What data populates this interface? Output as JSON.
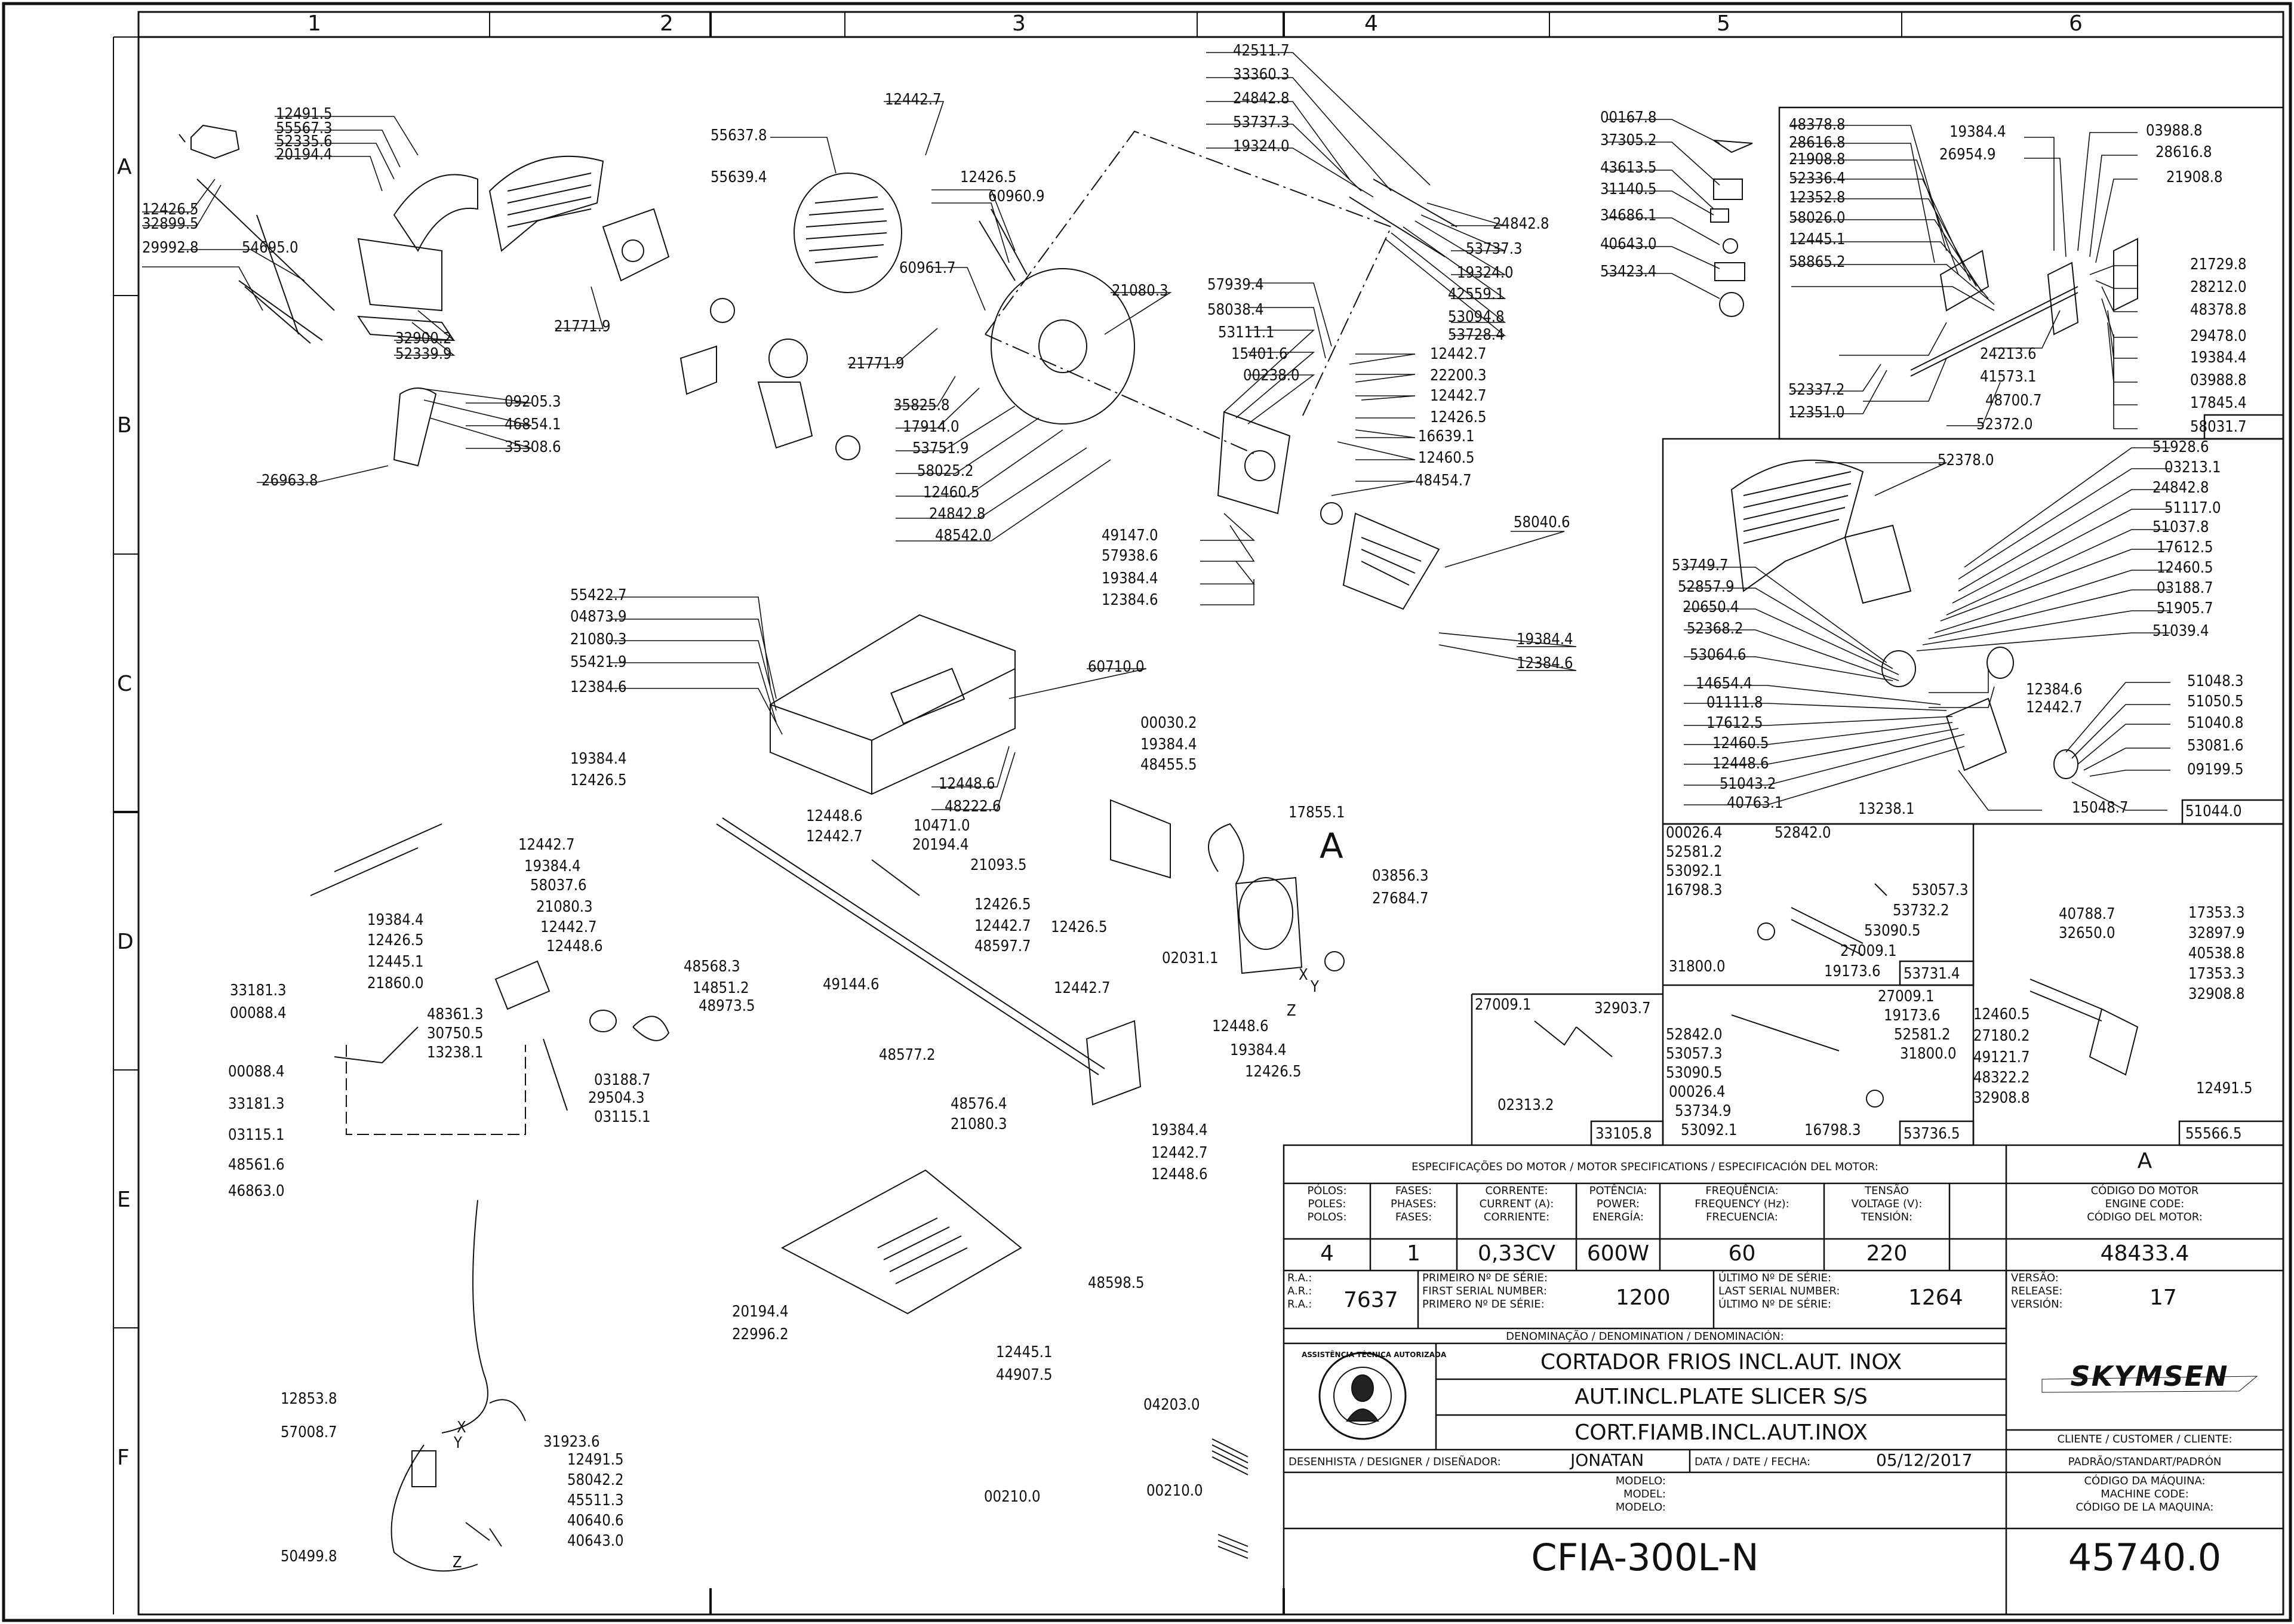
{
  "zones": {
    "columns": [
      "1",
      "2",
      "3",
      "4",
      "5",
      "6"
    ],
    "rows": [
      "A",
      "B",
      "C",
      "D",
      "E",
      "F"
    ]
  },
  "parts": {
    "p1": "12491.5",
    "p2": "55567.3",
    "p3": "52335.6",
    "p4": "20194.4",
    "p5": "12426.5",
    "p6": "32899.5",
    "p7": "54695.0",
    "p8": "29992.8",
    "p9": "32900.2",
    "p10": "52339.9",
    "p11": "21771.9",
    "p12": "09205.3",
    "p13": "46854.1",
    "p14": "35308.6",
    "p15": "26963.8",
    "p16": "55637.8",
    "p17": "12442.7",
    "p18": "55639.4",
    "p19": "12426.5",
    "p20": "60960.9",
    "p21": "60961.7",
    "p22": "21080.3",
    "p23": "21771.9",
    "p24": "35825.8",
    "p25": "17914.0",
    "p26": "53751.9",
    "p27": "58025.2",
    "p28": "12460.5",
    "p29": "24842.8",
    "p30": "48542.0",
    "p31": "42511.7",
    "p32": "33360.3",
    "p33": "24842.8",
    "p34": "53737.3",
    "p35": "19324.0",
    "p36": "24842.8",
    "p37": "53737.3",
    "p38": "19324.0",
    "p39": "42559.1",
    "p40": "53094.8",
    "p41": "53728.4",
    "p42": "57939.4",
    "p43": "58038.4",
    "p44": "53111.1",
    "p45": "15401.6",
    "p46": "00238.0",
    "p47": "12442.7",
    "p48": "22200.3",
    "p49": "12442.7",
    "p50": "12426.5",
    "p51": "16639.1",
    "p52": "12460.5",
    "p53": "48454.7",
    "p54": "58040.6",
    "p55": "49147.0",
    "p56": "57938.6",
    "p57": "19384.4",
    "p58": "12384.6",
    "p59": "19384.4",
    "p60": "12384.6",
    "p61": "00167.8",
    "p62": "37305.2",
    "p63": "43613.5",
    "p64": "31140.5",
    "p65": "34686.1",
    "p66": "40643.0",
    "p67": "53423.4",
    "p68": "48378.8",
    "p69": "28616.8",
    "p70": "21908.8",
    "p71": "52336.4",
    "p72": "12352.8",
    "p73": "58026.0",
    "p74": "12445.1",
    "p75": "58865.2",
    "p76": "19384.4",
    "p77": "26954.9",
    "p78": "03988.8",
    "p79": "28616.8",
    "p80": "21908.8",
    "p81": "21729.8",
    "p82": "28212.0",
    "p83": "48378.8",
    "p84": "29478.0",
    "p85": "19384.4",
    "p86": "03988.8",
    "p87": "17845.4",
    "p88": "58031.7",
    "p89": "24213.6",
    "p90": "41573.1",
    "p91": "48700.7",
    "p92": "52372.0",
    "p93": "52337.2",
    "p94": "12351.0",
    "p95": "55422.7",
    "p96": "04873.9",
    "p97": "21080.3",
    "p98": "55421.9",
    "p99": "12384.6",
    "p100": "60710.0",
    "p101": "12448.6",
    "p102": "48222.6",
    "p103": "52378.0",
    "p104": "51928.6",
    "p105": "03213.1",
    "p106": "24842.8",
    "p107": "51117.0",
    "p108": "51037.8",
    "p109": "17612.5",
    "p110": "12460.5",
    "p111": "03188.7",
    "p112": "51905.7",
    "p113": "51039.4",
    "p114": "53749.7",
    "p115": "52857.9",
    "p116": "20650.4",
    "p117": "52368.2",
    "p118": "53064.6",
    "p119": "14654.4",
    "p120": "01111.8",
    "p121": "17612.5",
    "p122": "12460.5",
    "p123": "12448.6",
    "p124": "51043.2",
    "p125": "40763.1",
    "p126": "13238.1",
    "p127": "12384.6",
    "p128": "12442.7",
    "p129": "51048.3",
    "p130": "51050.5",
    "p131": "51040.8",
    "p132": "53081.6",
    "p133": "09199.5",
    "p134": "15048.7",
    "p135": "51044.0",
    "p136": "19384.4",
    "p137": "12426.5",
    "p138": "12448.6",
    "p139": "12442.7",
    "p140": "12442.7",
    "p141": "19384.4",
    "p142": "58037.6",
    "p143": "21080.3",
    "p144": "12442.7",
    "p145": "12448.6",
    "p146": "10471.0",
    "p147": "20194.4",
    "p148": "21093.5",
    "p149": "12426.5",
    "p150": "12442.7",
    "p151": "48597.7",
    "p152": "00030.2",
    "p153": "19384.4",
    "p154": "48455.5",
    "p155": "12426.5",
    "p156": "17855.1",
    "p157": "03856.3",
    "p158": "27684.7",
    "p159": "02031.1",
    "p160": "19384.4",
    "p161": "12426.5",
    "p162": "12445.1",
    "p163": "21860.0",
    "p164": "48361.3",
    "p165": "30750.5",
    "p166": "13238.1",
    "p167": "03188.7",
    "p168": "29504.3",
    "p169": "03115.1",
    "p170": "48568.3",
    "p171": "14851.2",
    "p172": "48973.5",
    "p173": "33181.3",
    "p174": "00088.4",
    "p175": "00088.4",
    "p176": "33181.3",
    "p177": "03115.1",
    "p178": "48561.6",
    "p179": "49144.6",
    "p180": "48577.2",
    "p181": "12442.7",
    "p182": "12448.6",
    "p183": "19384.4",
    "p184": "12426.5",
    "p185": "48576.4",
    "p186": "21080.3",
    "p187": "19384.4",
    "p188": "12442.7",
    "p189": "12448.6",
    "p190": "00026.4",
    "p191": "52842.0",
    "p192": "52581.2",
    "p193": "53092.1",
    "p194": "16798.3",
    "p195": "53057.3",
    "p196": "53732.2",
    "p197": "53090.5",
    "p198": "27009.1",
    "p199": "31800.0",
    "p200": "19173.6",
    "p201": "53731.4",
    "p202": "27009.1",
    "p203": "32903.7",
    "p204": "02313.2",
    "p205": "33105.8",
    "p206": "27009.1",
    "p207": "19173.6",
    "p208": "52842.0",
    "p209": "52581.2",
    "p210": "53057.3",
    "p211": "31800.0",
    "p212": "53090.5",
    "p213": "00026.4",
    "p214": "53734.9",
    "p215": "53092.1",
    "p216": "16798.3",
    "p217": "53736.5",
    "p218": "40788.7",
    "p219": "32650.0",
    "p220": "17353.3",
    "p221": "32897.9",
    "p222": "40538.8",
    "p223": "17353.3",
    "p224": "32908.8",
    "p225": "12460.5",
    "p226": "27180.2",
    "p227": "49121.7",
    "p228": "48322.2",
    "p229": "32908.8",
    "p230": "12491.5",
    "p231": "55566.5",
    "p232": "46863.0",
    "p233": "12853.8",
    "p234": "57008.7",
    "p235": "31923.6",
    "p236": "12491.5",
    "p237": "58042.2",
    "p238": "45511.3",
    "p239": "40640.6",
    "p240": "40643.0",
    "p241": "50499.8",
    "p242": "20194.4",
    "p243": "22996.2",
    "p244": "48598.5",
    "p245": "12445.1",
    "p246": "44907.5",
    "p247": "00210.0",
    "p248": "04203.0",
    "p249": "00210.0"
  },
  "wire_tags": {
    "x": "X",
    "y": "Y",
    "z": "Z",
    "x2": "X",
    "y2": "Y",
    "z2": "Z"
  },
  "detail_mark": "A",
  "title_block": {
    "motor_header": "ESPECIFICAÇÕES DO MOTOR / MOTOR SPECIFICATIONS / ESPECIFICACIÓN DEL MOTOR:",
    "motor_ref": "A",
    "cols": {
      "poles": [
        "PÓLOS:",
        "POLES:",
        "POLOS:"
      ],
      "phases": [
        "FASES:",
        "PHASES:",
        "FASES:"
      ],
      "current": [
        "CORRENTE:",
        "CURRENT (A):",
        "CORRIENTE:"
      ],
      "power": [
        "POTÊNCIA:",
        "POWER:",
        "ENERGÍA:"
      ],
      "frequency": [
        "FREQUÊNCIA:",
        "FREQUENCY (Hz):",
        "FRECUENCIA:"
      ],
      "voltage": [
        "TENSÃO",
        "VOLTAGE (V):",
        "TENSIÓN:"
      ],
      "engine_code": [
        "CÓDIGO DO MOTOR",
        "ENGINE CODE:",
        "CÓDIGO DEL MOTOR:"
      ]
    },
    "values": {
      "poles": "4",
      "phases": "1",
      "current": "0,33CV",
      "power": "600W",
      "frequency": "60",
      "voltage": "220",
      "engine_code": "48433.4"
    },
    "ra_labels": [
      "R.A.:",
      "A.R.:",
      "R.A.:"
    ],
    "ra_value": "7637",
    "first_serial_labels": [
      "PRIMEIRO Nº DE SÉRIE:",
      "FIRST SERIAL NUMBER:",
      "PRIMERO Nº DE SÉRIE:"
    ],
    "first_serial": "1200",
    "last_serial_labels": [
      "ÚLTIMO Nº DE SÉRIE:",
      "LAST SERIAL NUMBER:",
      "ÚLTIMO Nº DE SÉRIE:"
    ],
    "last_serial": "1264",
    "version_labels": [
      "VERSÃO:",
      "RELEASE:",
      "VERSIÓN:"
    ],
    "version": "17",
    "denomination_label": "DENOMINAÇÃO / DENOMINATION / DENOMINACIÓN:",
    "names": [
      "CORTADOR FRIOS INCL.AUT. INOX",
      "AUT.INCL.PLATE SLICER S/S",
      "CORT.FIAMB.INCL.AUT.INOX"
    ],
    "brand": "SKYMSEN",
    "seal_text": "ASSISTÊNCIA TÉCNICA AUTORIZADA",
    "designer_label": "DESENHISTA / DESIGNER / DISEÑADOR:",
    "designer": "JONATAN",
    "date_label": "DATA / DATE / FECHA:",
    "date": "05/12/2017",
    "client_label": "CLIENTE / CUSTOMER / CLIENTE:",
    "client": "PADRÃO/STANDART/PADRÓN",
    "model_labels": [
      "MODELO:",
      "MODEL:",
      "MODELO:"
    ],
    "machine_code_labels": [
      "CÓDIGO DA MÁQUINA:",
      "MACHINE CODE:",
      "CÓDIGO DE LA MAQUINA:"
    ],
    "model": "CFIA-300L-N",
    "machine_code": "45740.0"
  }
}
